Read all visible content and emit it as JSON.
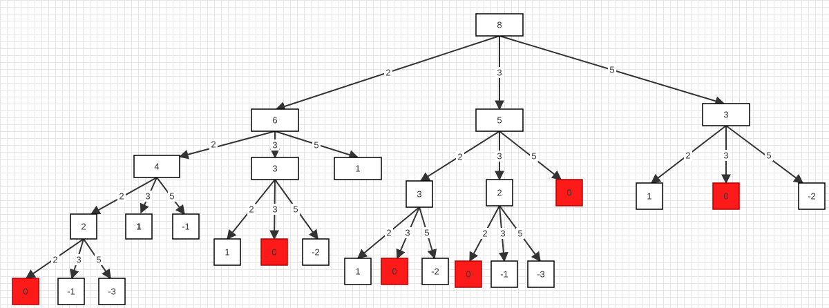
{
  "colors": {
    "edge": "#333333",
    "node_fill": "#ffffff",
    "node_stroke": "#000000",
    "highlight_fill": "#ff1a1a",
    "highlight_stroke": "#b30000",
    "text": "#333333"
  },
  "tree": {
    "root": {
      "value": "8"
    },
    "nodes": [
      {
        "value": "6"
      },
      {
        "value": "5"
      },
      {
        "value": "3"
      },
      {
        "value": "4"
      },
      {
        "value": "3"
      },
      {
        "value": "1"
      },
      {
        "value": "3"
      },
      {
        "value": "2"
      },
      {
        "value": "0",
        "highlight": true
      },
      {
        "value": "1"
      },
      {
        "value": "0",
        "highlight": true
      },
      {
        "value": "-2"
      },
      {
        "value": "2"
      },
      {
        "value": "1",
        "bold": true
      },
      {
        "value": "-1"
      },
      {
        "value": "1"
      },
      {
        "value": "0",
        "highlight": true
      },
      {
        "value": "-2"
      },
      {
        "value": "1"
      },
      {
        "value": "0",
        "highlight": true
      },
      {
        "value": "-2"
      },
      {
        "value": "0",
        "highlight": true
      },
      {
        "value": "-1"
      },
      {
        "value": "-3"
      },
      {
        "value": "0",
        "highlight": true
      },
      {
        "value": "-1"
      },
      {
        "value": "-3"
      }
    ],
    "edges": [
      {
        "label": "2"
      },
      {
        "label": "3"
      },
      {
        "label": "5"
      },
      {
        "label": "2"
      },
      {
        "label": "3"
      },
      {
        "label": "5"
      },
      {
        "label": "2"
      },
      {
        "label": "3"
      },
      {
        "label": "5"
      },
      {
        "label": "2"
      },
      {
        "label": "3"
      },
      {
        "label": "5"
      },
      {
        "label": "2"
      },
      {
        "label": "3"
      },
      {
        "label": "5"
      },
      {
        "label": "2"
      },
      {
        "label": "3"
      },
      {
        "label": "5"
      },
      {
        "label": "2"
      },
      {
        "label": "3"
      },
      {
        "label": "5"
      },
      {
        "label": "2"
      },
      {
        "label": "3"
      },
      {
        "label": "5"
      },
      {
        "label": "2"
      },
      {
        "label": "3"
      },
      {
        "label": "5"
      }
    ]
  }
}
